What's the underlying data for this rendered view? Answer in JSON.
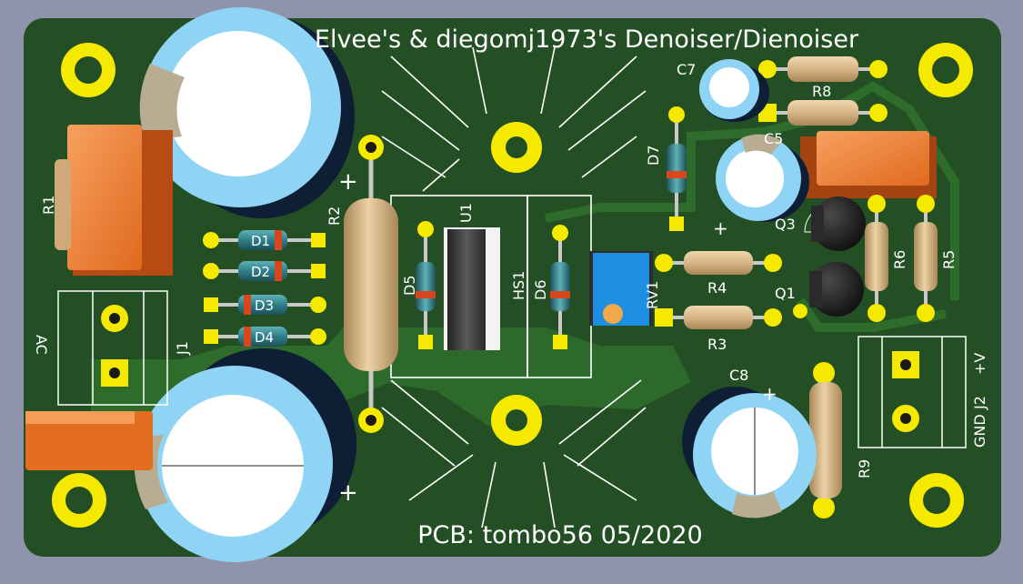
{
  "board": {
    "title": "Elvee's & diegomj1973's Denoiser/Dienoiser",
    "credit": "PCB: tombo56 05/2020",
    "colors": {
      "background": "#8f94ac",
      "board": "#244f24",
      "copper": "#2e6c2c",
      "pad": "#f5e900",
      "silkscreen": "#ffffff",
      "cap_sleeve": "#8fd4f4",
      "film_cap": "#f0822e",
      "resistor_body": "#d9b98a",
      "diode_body": "#2f7f88",
      "trimmer": "#1e8fe0"
    }
  },
  "labels": {
    "r1": "R1",
    "r2": "R2",
    "r3": "R3",
    "r4": "R4",
    "r5": "R5",
    "r6": "R6",
    "r8": "R8",
    "r9": "R9",
    "c5": "C5",
    "c7": "C7",
    "c8": "C8",
    "d1": "D1",
    "d2": "D2",
    "d3": "D3",
    "d4": "D4",
    "d5": "D5",
    "d6": "D6",
    "d7": "D7",
    "u1": "U1",
    "hs1": "HS1",
    "rv1": "RV1",
    "q1": "Q1",
    "q3": "Q3",
    "j1": "J1",
    "j2": "J2",
    "ac": "AC",
    "plus_v": "+V",
    "gnd": "GND",
    "plus": "+"
  }
}
